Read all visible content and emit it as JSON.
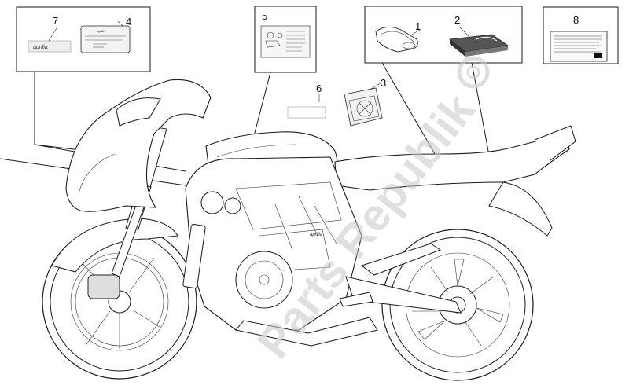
{
  "callouts": [
    {
      "label": "1"
    },
    {
      "label": "2"
    },
    {
      "label": "3"
    },
    {
      "label": "4"
    },
    {
      "label": "5"
    },
    {
      "label": "6"
    },
    {
      "label": "7"
    },
    {
      "label": "8"
    }
  ],
  "decal_7": {
    "brand": "aprilia"
  },
  "plate_4": {
    "brand": "aprilia"
  },
  "tank_brand": "aprilia",
  "watermark": {
    "text": "Parts Republik"
  },
  "colors": {
    "line": "#1a1a1a",
    "background": "#ffffff",
    "watermark": "#c8c8c8"
  }
}
